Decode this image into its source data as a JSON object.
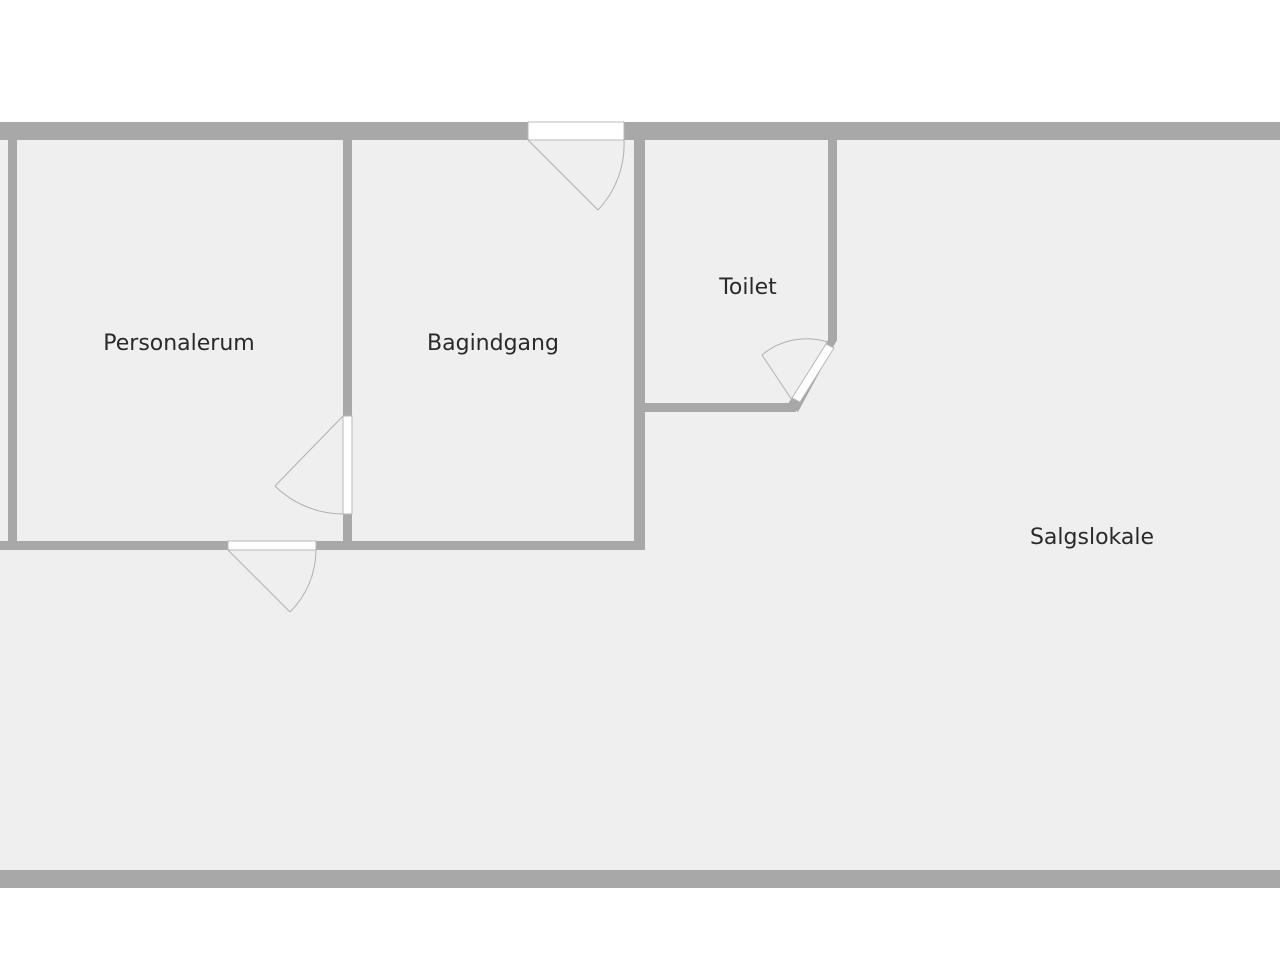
{
  "rooms": [
    {
      "id": "personalerum",
      "label": "Personalerum"
    },
    {
      "id": "bagindgang",
      "label": "Bagindgang"
    },
    {
      "id": "toilet",
      "label": "Toilet"
    },
    {
      "id": "salgslokale",
      "label": "Salgslokale"
    }
  ],
  "colors": {
    "floor": "#efefef",
    "wall": "#a8a8a8",
    "background": "#ffffff",
    "text": "#2a2a2a"
  }
}
